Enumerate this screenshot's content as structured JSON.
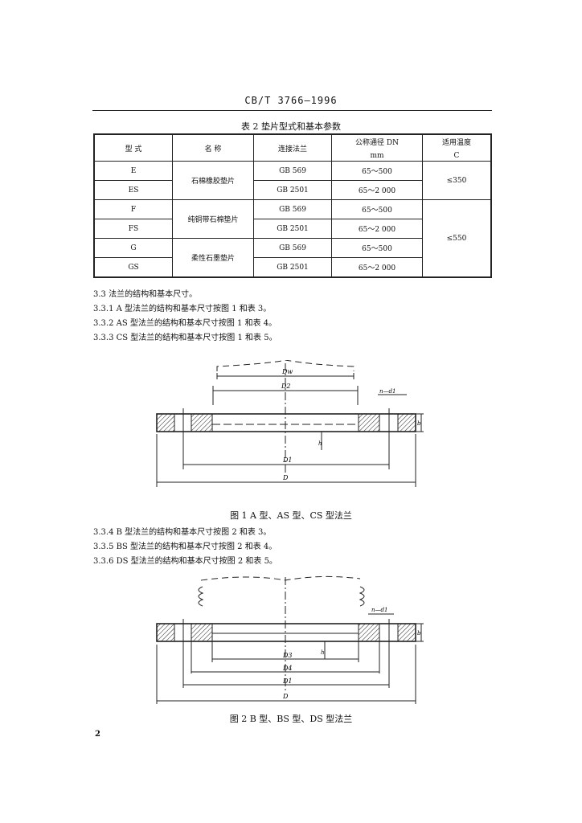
{
  "header": {
    "standard": "CB/T 3766—1996"
  },
  "table": {
    "caption": "表 2   垫片型式和基本参数",
    "headers": {
      "type": "型  式",
      "name": "名  称",
      "flange": "连接法兰",
      "dn_line1": "公称通径 DN",
      "dn_line2": "mm",
      "temp_line1": "适用温度",
      "temp_line2": "C"
    },
    "rows": [
      {
        "type": "E",
        "name": "石棉橡胶垫片",
        "flange": "GB 569",
        "dn": "65～500",
        "temp": "≤350"
      },
      {
        "type": "ES",
        "name": "",
        "flange": "GB 2501",
        "dn": "65～2 000",
        "temp": ""
      },
      {
        "type": "F",
        "name": "纯铜带石棉垫片",
        "flange": "GB 569",
        "dn": "65～500",
        "temp": "≤550"
      },
      {
        "type": "FS",
        "name": "",
        "flange": "GB 2501",
        "dn": "65～2 000",
        "temp": ""
      },
      {
        "type": "G",
        "name": "柔性石墨垫片",
        "flange": "GB 569",
        "dn": "65～500",
        "temp": ""
      },
      {
        "type": "GS",
        "name": "",
        "flange": "GB 2501",
        "dn": "65～2 000",
        "temp": ""
      }
    ]
  },
  "clauses": [
    "3.3  法兰的结构和基本尺寸。",
    "3.3.1  A 型法兰的结构和基本尺寸按图 1 和表 3。",
    "3.3.2  AS 型法兰的结构和基本尺寸按图 1 和表 4。",
    "3.3.3  CS 型法兰的结构和基本尺寸按图 1 和表 5。",
    "3.3.4  B 型法兰的结构和基本尺寸按图 2 和表 3。",
    "3.3.5  BS 型法兰的结构和基本尺寸按图 2 和表 4。",
    "3.3.6  DS 型法兰的结构和基本尺寸按图 2 和表 5。"
  ],
  "figure1": {
    "caption": "图 1   A 型、AS 型、CS 型法兰",
    "labels": {
      "dw": "Dw",
      "d2": "D2",
      "nd": "n—d1",
      "b": "b",
      "h": "h",
      "d1": "D1",
      "d": "D"
    }
  },
  "figure2": {
    "caption": "图 2   B 型、BS 型、DS 型法兰",
    "labels": {
      "nd": "n—d1",
      "b": "b",
      "h": "h",
      "d3": "D3",
      "d4": "D4",
      "d1": "D1",
      "d": "D"
    }
  },
  "page_number": "2"
}
